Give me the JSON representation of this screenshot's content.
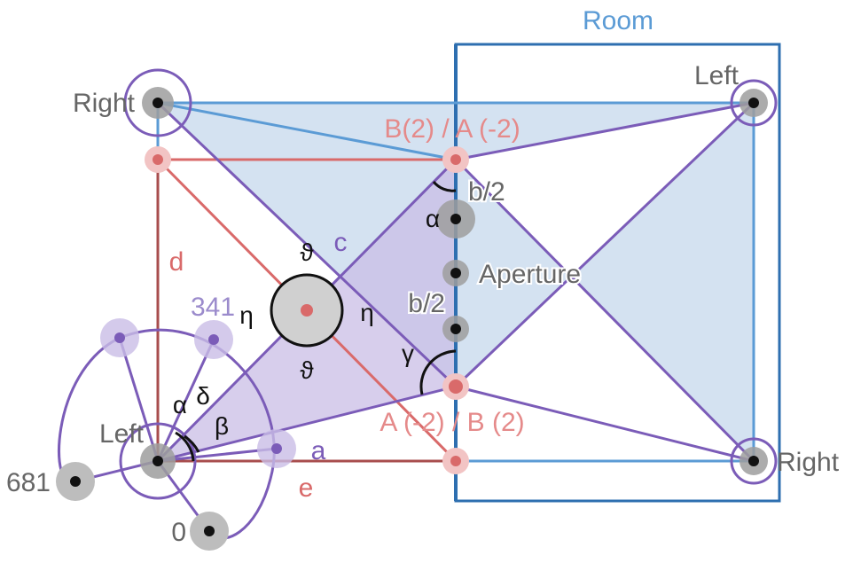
{
  "colors": {
    "room_blue": "#2e6fb0",
    "light_blue": "#5b9bd5",
    "purple": "#7b5cb8",
    "red": "#d96a6a",
    "dark_red": "#a84d4d",
    "gray": "#666666",
    "fill_blue": "#cfdff0",
    "fill_purple": "#c9bde6"
  },
  "labels": {
    "room": "Room",
    "left_top": "Left",
    "right_top": "Right",
    "right_bottom": "Right",
    "left_bottom": "Left",
    "point_b2_a2": "B(2) / A (-2)",
    "point_a2_b2": "A (-2) / B (2)",
    "half_b_top": "b/2",
    "half_b_bottom": "b/2",
    "aperture": "Aperture",
    "side_c": "c",
    "side_d": "d",
    "side_a": "a",
    "side_e": "e",
    "num_341": "341",
    "num_681": "681",
    "num_0": "0",
    "alpha_top": "α",
    "alpha_left": "α",
    "beta": "β",
    "gamma": "γ",
    "delta": "δ",
    "eta_left": "η",
    "eta_right": "η",
    "theta_top": "ϑ",
    "theta_bottom": "ϑ"
  }
}
